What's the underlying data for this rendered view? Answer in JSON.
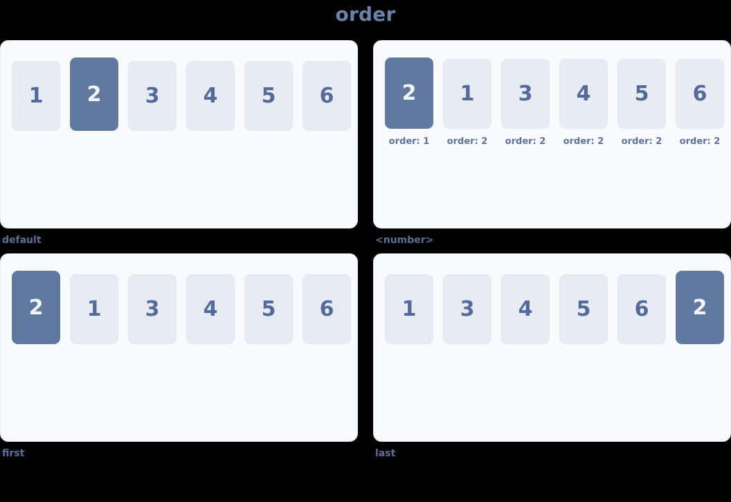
{
  "title": "order",
  "colors": {
    "background": "#000000",
    "title": "#6b83ab",
    "panel_bg": "#f9fafd",
    "panel_border": "#e7ecf4",
    "item_bg": "#e7ebf4",
    "item_text": "#546a9a",
    "item_active_bg": "#61799e",
    "item_active_text": "#f2f5fa",
    "caption": "#5a7099",
    "item_label": "#5d7299"
  },
  "panels": [
    {
      "caption": "default",
      "layout": "plain",
      "items": [
        {
          "value": "1",
          "active": false
        },
        {
          "value": "2",
          "active": true
        },
        {
          "value": "3",
          "active": false
        },
        {
          "value": "4",
          "active": false
        },
        {
          "value": "5",
          "active": false
        },
        {
          "value": "6",
          "active": false
        }
      ]
    },
    {
      "caption": "<number>",
      "layout": "labeled",
      "items": [
        {
          "value": "2",
          "active": true,
          "label": "order: 1"
        },
        {
          "value": "1",
          "active": false,
          "label": "order: 2"
        },
        {
          "value": "3",
          "active": false,
          "label": "order: 2"
        },
        {
          "value": "4",
          "active": false,
          "label": "order: 2"
        },
        {
          "value": "5",
          "active": false,
          "label": "order: 2"
        },
        {
          "value": "6",
          "active": false,
          "label": "order: 2"
        }
      ]
    },
    {
      "caption": "first",
      "layout": "plain",
      "items": [
        {
          "value": "2",
          "active": true
        },
        {
          "value": "1",
          "active": false
        },
        {
          "value": "3",
          "active": false
        },
        {
          "value": "4",
          "active": false
        },
        {
          "value": "5",
          "active": false
        },
        {
          "value": "6",
          "active": false
        }
      ]
    },
    {
      "caption": "last",
      "layout": "plain",
      "items": [
        {
          "value": "1",
          "active": false
        },
        {
          "value": "3",
          "active": false
        },
        {
          "value": "4",
          "active": false
        },
        {
          "value": "5",
          "active": false
        },
        {
          "value": "6",
          "active": false
        },
        {
          "value": "2",
          "active": true
        }
      ]
    }
  ]
}
